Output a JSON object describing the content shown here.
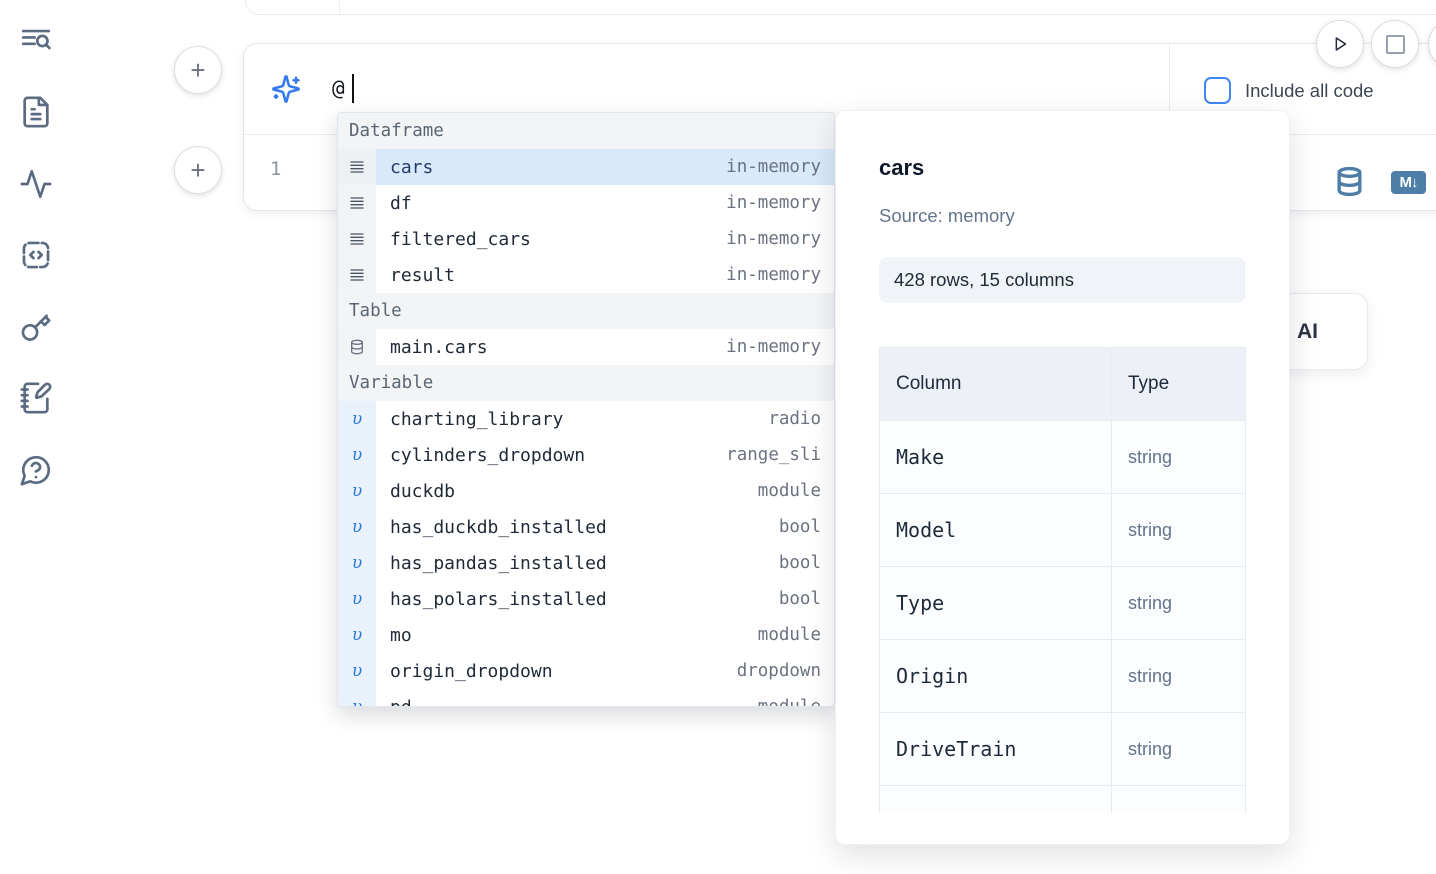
{
  "sidebar": {
    "icons": [
      {
        "name": "text-search-icon"
      },
      {
        "name": "file-text-icon"
      },
      {
        "name": "activity-icon"
      },
      {
        "name": "code-square-icon"
      },
      {
        "name": "key-icon"
      },
      {
        "name": "notebook-pen-icon"
      },
      {
        "name": "help-chat-icon"
      }
    ]
  },
  "cell": {
    "prompt_value": "@",
    "include_all_code_label": "Include all code",
    "line_number": "1"
  },
  "icons": {
    "plus_glyph": "+",
    "markdown_badge": "M↓",
    "variable_glyph": "υ"
  },
  "autocomplete": {
    "sections": [
      {
        "label": "Dataframe",
        "items": [
          {
            "name": "cars",
            "detail": "in-memory"
          },
          {
            "name": "df",
            "detail": "in-memory"
          },
          {
            "name": "filtered_cars",
            "detail": "in-memory"
          },
          {
            "name": "result",
            "detail": "in-memory"
          }
        ]
      },
      {
        "label": "Table",
        "items": [
          {
            "name": "main.cars",
            "detail": "in-memory"
          }
        ]
      },
      {
        "label": "Variable",
        "items": [
          {
            "name": "charting_library",
            "detail": "radio"
          },
          {
            "name": "cylinders_dropdown",
            "detail": "range_sli"
          },
          {
            "name": "duckdb",
            "detail": "module"
          },
          {
            "name": "has_duckdb_installed",
            "detail": "bool"
          },
          {
            "name": "has_pandas_installed",
            "detail": "bool"
          },
          {
            "name": "has_polars_installed",
            "detail": "bool"
          },
          {
            "name": "mo",
            "detail": "module"
          },
          {
            "name": "origin_dropdown",
            "detail": "dropdown"
          },
          {
            "name": "pd",
            "detail": "module"
          }
        ]
      }
    ]
  },
  "preview": {
    "title": "cars",
    "source": "Source: memory",
    "shape": "428 rows, 15 columns",
    "table": {
      "headers": [
        "Column",
        "Type"
      ],
      "rows": [
        [
          "Make",
          "string"
        ],
        [
          "Model",
          "string"
        ],
        [
          "Type",
          "string"
        ],
        [
          "Origin",
          "string"
        ],
        [
          "DriveTrain",
          "string"
        ]
      ]
    }
  },
  "ai_button": {
    "label": "AI"
  },
  "colors": {
    "accent_blue": "#3779f0",
    "steel_blue": "#4d7ea8",
    "selected_row": "#d8e9fb",
    "checkbox_blue": "#4285f4"
  }
}
